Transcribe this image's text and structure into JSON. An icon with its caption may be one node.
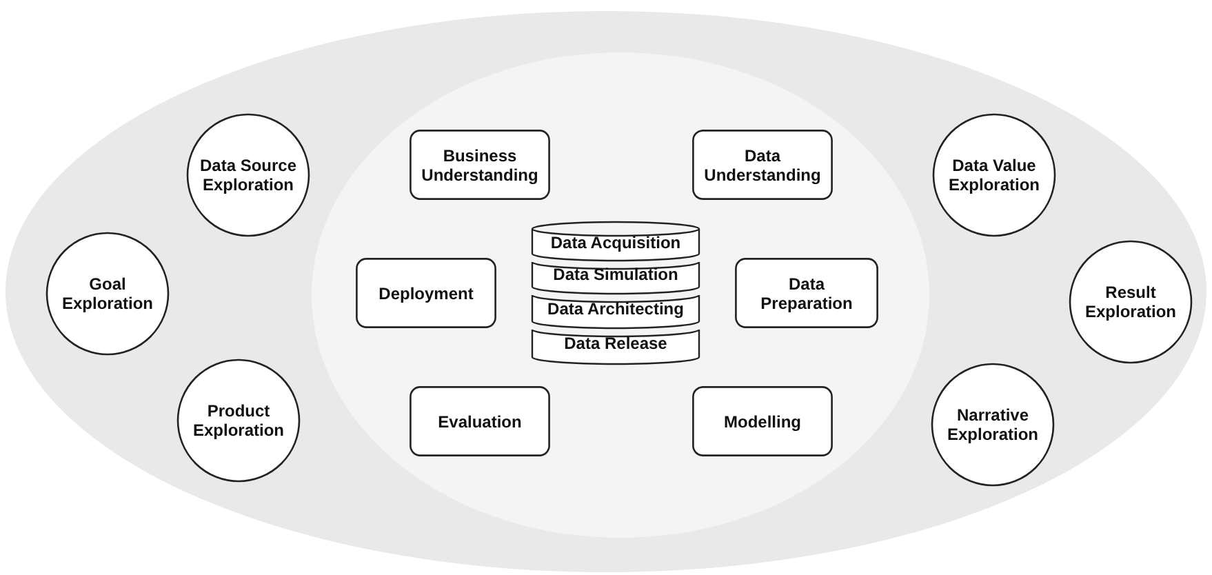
{
  "diagram": {
    "nodes": [
      {
        "text": [],
        "shape": "ellipse"
      },
      {
        "text": [],
        "shape": "ellipse",
        "in": 0
      },
      {
        "text": [
          "Data Source Exploration"
        ],
        "in": 0
      },
      {
        "text": [
          "Business Understanding"
        ],
        "in": 1
      },
      {
        "text": [
          "Data Understanding"
        ],
        "in": 1
      },
      {
        "text": [
          "Data Value Exploration"
        ],
        "in": 0
      },
      {
        "text": [
          "Goal Exploration"
        ],
        "in": 0
      },
      {
        "text": [
          "Deployment"
        ],
        "in": 1
      },
      {
        "text": [
          "Data Acquisition"
        ],
        "in": 1
      },
      {
        "text": [
          "Data Simulation"
        ],
        "in": 1
      },
      {
        "text": [
          "Data Architecting"
        ],
        "in": 1
      },
      {
        "text": [
          "Data Release"
        ],
        "in": 1
      },
      {
        "text": [
          "Data Preparation"
        ],
        "in": 1
      },
      {
        "text": [
          "Result Exploration"
        ],
        "in": 0
      },
      {
        "text": [
          "Product Exploration"
        ],
        "in": 0
      },
      {
        "text": [
          "Evaluation"
        ],
        "in": 1
      },
      {
        "text": [
          "Modelling"
        ],
        "in": 1
      },
      {
        "text": [
          "Narrative Exploration"
        ],
        "in": 0
      }
    ]
  }
}
